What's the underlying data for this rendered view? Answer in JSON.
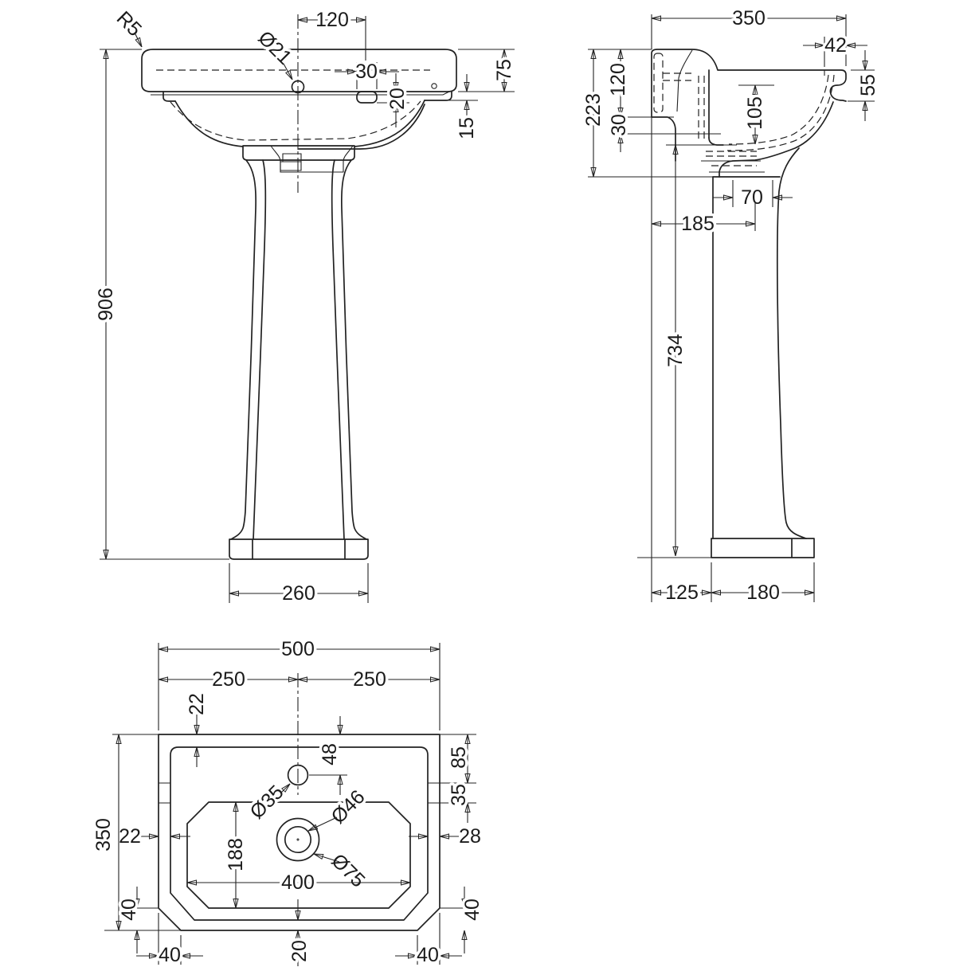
{
  "meta": {
    "drawing_type": "pedestal basin technical drawing, three orthographic views",
    "ink_color": "#222222",
    "background_color": "#ffffff"
  },
  "front": {
    "r5": "R5",
    "dia21": "Ø21",
    "w120": "120",
    "w30": "30",
    "d20": "20",
    "d15": "15",
    "d75": "75",
    "h906": "906",
    "w260": "260"
  },
  "side": {
    "d350": "350",
    "d42": "42",
    "d55": "55",
    "d223": "223",
    "d120": "120",
    "d30": "30",
    "d105": "105",
    "d70": "70",
    "d185": "185",
    "d734": "734",
    "d125": "125",
    "d180": "180"
  },
  "plan": {
    "w500": "500",
    "left250": "250",
    "right250": "250",
    "top22": "22",
    "tap48": "48",
    "back85": "85",
    "mid35": "35",
    "tapdia": "Ø35",
    "wasteid": "Ø46",
    "wasteod": "Ø75",
    "side22": "22",
    "side28": "28",
    "bowl188": "188",
    "bowl400": "400",
    "depth350": "350",
    "chamfvl": "40",
    "chamfvr": "40",
    "drain20": "20",
    "chamfhl": "40",
    "chamfhr": "40"
  }
}
